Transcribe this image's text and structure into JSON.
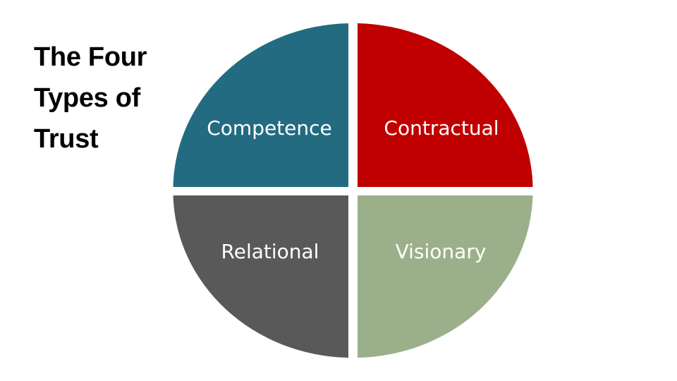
{
  "title_lines": [
    "The Four",
    "Types of",
    "Trust"
  ],
  "quadrants": [
    {
      "label": "Competence",
      "color": "#236b81",
      "position": "top-left"
    },
    {
      "label": "Contractual",
      "color": "#c00000",
      "position": "top-right"
    },
    {
      "label": "Relational",
      "color": "#595959",
      "position": "bottom-left"
    },
    {
      "label": "Visionary",
      "color": "#9bb08a",
      "position": "bottom-right"
    }
  ]
}
